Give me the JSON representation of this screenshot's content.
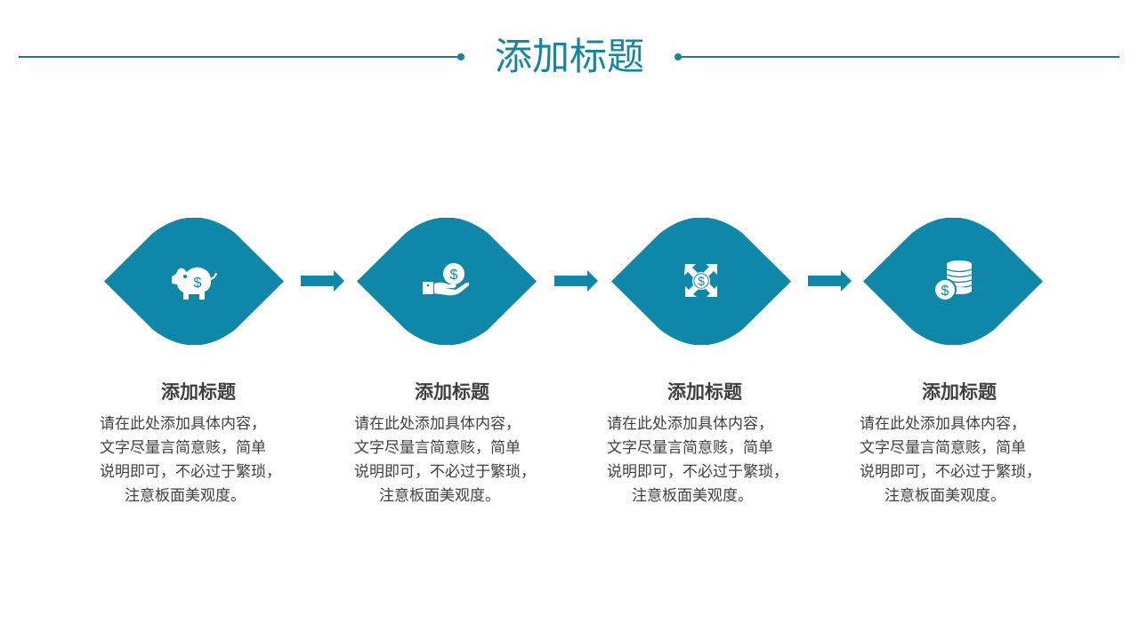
{
  "header": {
    "title": "添加标题"
  },
  "colors": {
    "accent": "#0e87a8",
    "line": "#1a7f98",
    "text": "#404040"
  },
  "steps": [
    {
      "icon": "piggy-bank-icon",
      "title": "添加标题",
      "desc": [
        "请在此处添加具体内容，",
        "文字尽量言简意赅，简单",
        "说明即可，不必过于繁琐，",
        "注意板面美观度。"
      ]
    },
    {
      "icon": "hand-coin-icon",
      "title": "添加标题",
      "desc": [
        "请在此处添加具体内容，",
        "文字尽量言简意赅，简单",
        "说明即可，不必过于繁琐，",
        "注意板面美观度。"
      ]
    },
    {
      "icon": "dollar-expand-icon",
      "title": "添加标题",
      "desc": [
        "请在此处添加具体内容，",
        "文字尽量言简意赅，简单",
        "说明即可，不必过于繁琐，",
        "注意板面美观度。"
      ]
    },
    {
      "icon": "coin-stack-icon",
      "title": "添加标题",
      "desc": [
        "请在此处添加具体内容，",
        "文字尽量言简意赅，简单",
        "说明即可，不必过于繁琐，",
        "注意板面美观度。"
      ]
    }
  ]
}
